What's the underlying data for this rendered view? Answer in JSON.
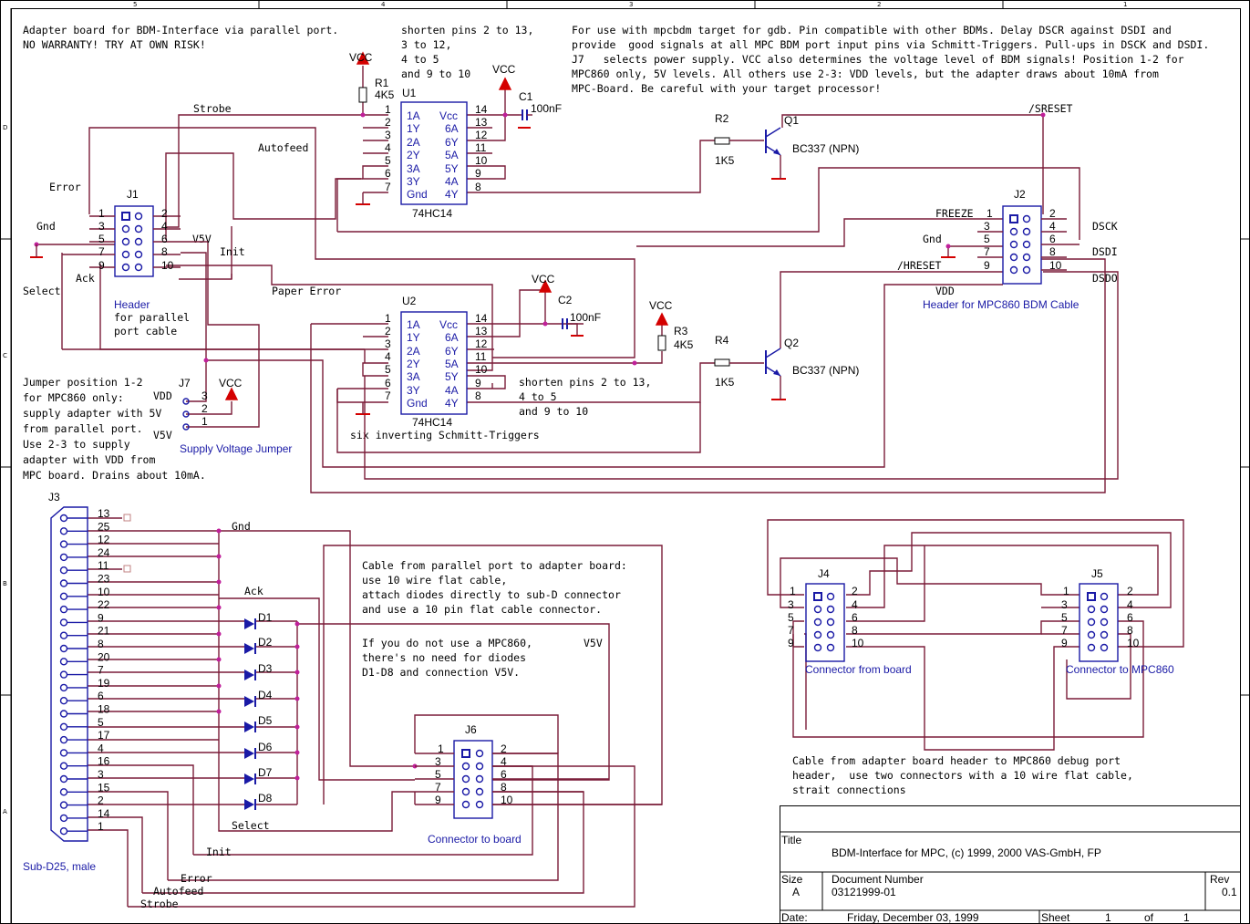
{
  "notes": {
    "top_left": [
      "Adapter board for BDM-Interface via parallel port.",
      "NO WARRANTY! TRY AT OWN RISK!"
    ],
    "shorten_u1": [
      "shorten pins 2 to 13,",
      "3 to 12,",
      "4 to 5",
      "and 9 to 10"
    ],
    "top_right": [
      "For use with mpcbdm target for gdb. Pin compatible with other BDMs. Delay DSCR against DSDI and",
      "provide  good signals at all MPC BDM port input pins via Schmitt-Triggers. Pull-ups in DSCK and DSDI.",
      "J7   selects power supply. VCC also determines the voltage level of BDM signals! Position 1-2 for",
      "MPC860 only, 5V levels. All others use 2-3: VDD levels, but the adapter draws about 10mA from",
      "MPC-Board. Be careful with your target processor!"
    ],
    "jumper": [
      "Jumper position 1-2",
      "for MPC860 only:",
      "supply adapter with 5V",
      "from parallel port.",
      "Use 2-3 to supply",
      "adapter with VDD from",
      "MPC board. Drains about 10mA."
    ],
    "shorten_u2": [
      "shorten pins 2 to 13,",
      "4 to 5",
      "and 9 to 10"
    ],
    "u2_desc": "six inverting Schmitt-Triggers",
    "cable": [
      "Cable from parallel port to adapter board:",
      "use 10 wire flat cable,",
      "attach diodes directly to sub-D connector",
      "and use a 10 pin flat cable connector."
    ],
    "no_mpc": [
      "If you do not use a MPC860,",
      "there's no need for diodes",
      "D1-D8 and connection V5V."
    ],
    "bottom_right": [
      "Cable from adapter board header to MPC860 debug port",
      "header,  use two connectors with a 10 wire flat cable,",
      "strait connections"
    ]
  },
  "nets": {
    "strobe": "Strobe",
    "autofeed": "Autofeed",
    "error": "Error",
    "gnd": "Gnd",
    "select": "Select",
    "ack": "Ack",
    "v5v": "V5V",
    "init": "Init",
    "paper_error": "Paper Error",
    "vdd": "VDD",
    "sreset": "/SRESET",
    "freeze": "FREEZE",
    "hreset": "/HRESET",
    "dsck": "DSCK",
    "dsdi": "DSDI",
    "dsdo": "DSDO"
  },
  "power": {
    "vcc": "VCC"
  },
  "parts": {
    "u1": "U1",
    "u2": "U2",
    "hc14": "74HC14",
    "r1": "R1",
    "r1_val": "4K5",
    "r2": "R2",
    "r2_val": "1K5",
    "r3": "R3",
    "r3_val": "4K5",
    "r4": "R4",
    "r4_val": "1K5",
    "c1": "C1",
    "c2": "C2",
    "cap_val": "100nF",
    "q1": "Q1",
    "q2": "Q2",
    "q_val": "BC337 (NPN)",
    "j1": "J1",
    "j1_desc": [
      "Header",
      "for parallel",
      "port cable"
    ],
    "j2": "J2",
    "j2_desc": "Header for MPC860 BDM Cable",
    "j3": "J3",
    "j3_desc": "Sub-D25, male",
    "j4": "J4",
    "j4_desc": "Connector from board",
    "j5": "J5",
    "j5_desc": "Connector to MPC860",
    "j6": "J6",
    "j6_desc": "Connector to board",
    "j7": "J7",
    "j7_desc": "Supply Voltage Jumper",
    "diodes": [
      "D1",
      "D2",
      "D3",
      "D4",
      "D5",
      "D6",
      "D7",
      "D8"
    ]
  },
  "hc14_pins": {
    "left_nums": [
      "1",
      "2",
      "3",
      "4",
      "5",
      "6",
      "7"
    ],
    "left_names": [
      "1A",
      "1Y",
      "2A",
      "2Y",
      "3A",
      "3Y",
      "Gnd"
    ],
    "right_names": [
      "Vcc",
      "6A",
      "6Y",
      "5A",
      "5Y",
      "4A",
      "4Y"
    ],
    "right_nums": [
      "14",
      "13",
      "12",
      "11",
      "10",
      "9",
      "8"
    ]
  },
  "header_pins": {
    "left": [
      "1",
      "3",
      "5",
      "7",
      "9"
    ],
    "right": [
      "2",
      "4",
      "6",
      "8",
      "10"
    ]
  },
  "j7_pins": [
    "3",
    "2",
    "1"
  ],
  "subd_pins": [
    "13",
    "25",
    "12",
    "24",
    "11",
    "23",
    "10",
    "22",
    "9",
    "21",
    "8",
    "20",
    "7",
    "19",
    "6",
    "18",
    "5",
    "17",
    "4",
    "16",
    "3",
    "15",
    "2",
    "14",
    "1"
  ],
  "title_block": {
    "title_label": "Title",
    "title": "BDM-Interface for MPC, (c) 1999, 2000 VAS-GmbH, FP",
    "size_label": "Size",
    "size": "A",
    "docnum_label": "Document Number",
    "docnum": "03121999-01",
    "rev_label": "Rev",
    "rev": "0.1",
    "date_label": "Date:",
    "date": "Friday, December 03, 1999",
    "sheet_label": "Sheet",
    "sheet": "1",
    "of_label": "of",
    "of": "1"
  },
  "border": {
    "top_zones": [
      "5",
      "4",
      "3",
      "2",
      "1"
    ],
    "side_zones": [
      "D",
      "C",
      "B",
      "A"
    ]
  }
}
